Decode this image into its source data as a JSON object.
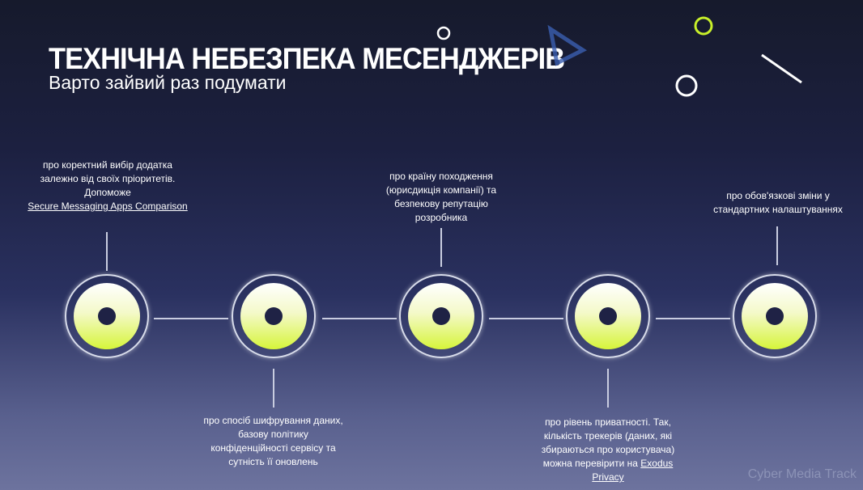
{
  "slide": {
    "title": "ТЕХНІЧНА НЕБЕЗПЕКА МЕСЕНДЖЕРІВ",
    "subtitle": "Варто зайвий раз подумати",
    "watermark": "Cyber Media Track",
    "accent_color": "#d6f53a",
    "steps": [
      {
        "text": "про коректний вибір додатка залежно від своїх пріоритетів. Допоможе",
        "link": "Secure Messaging Apps Comparison"
      },
      {
        "text": "про спосіб шифрування даних, базову політику конфіденційності сервісу та сутність її оновлень"
      },
      {
        "text": "про країну походження (юрисдикція компанії) та безпекову репутацію розробника"
      },
      {
        "text": "про рівень приватності. Так, кількість трекерів (даних, які збираються про користувача) можна перевірити на",
        "link": "Exodus Privacy"
      },
      {
        "text": "про обов'язкові зміни у стандартних налаштуваннях"
      }
    ]
  }
}
